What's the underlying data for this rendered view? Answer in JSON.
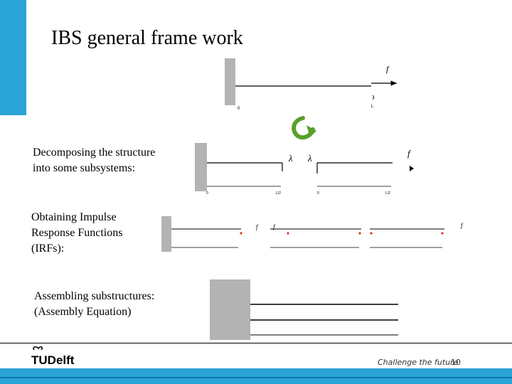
{
  "slide": {
    "title": "IBS general frame work",
    "slogan": "Challenge the future",
    "page_number": "10"
  },
  "logo": {
    "text": "TUDelft"
  },
  "steps": [
    {
      "caption_line1": "Decomposing the structure",
      "caption_line2": "into some subsystems:"
    },
    {
      "caption_line1": "Obtaining Impulse",
      "caption_line2": "Response Functions",
      "caption_line3": "(IRFs):"
    },
    {
      "caption_line1": "Assembling substructures:",
      "caption_line2": "(Assembly Equation)"
    }
  ],
  "diagram_labels": {
    "force": "f",
    "interface_force": "λ",
    "origin": "0",
    "length": "L",
    "half_length": "L/2"
  },
  "colors": {
    "accent": "#2aa3d6",
    "wall_gray": "#b3b3b3",
    "arrow_green": "#5aa02c",
    "point_red": "#d9362b"
  }
}
